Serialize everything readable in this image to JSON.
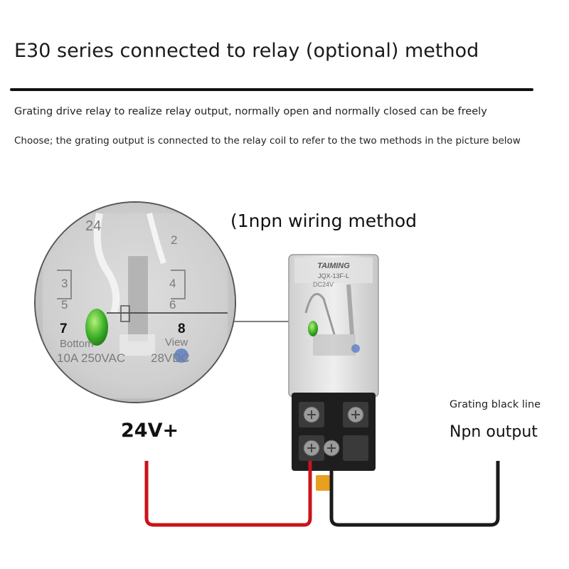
{
  "header": {
    "title": "E30 series connected to relay (optional) method",
    "description_line1": "Grating drive relay to realize relay output, normally open and normally closed can be freely",
    "description_line2": "Choose; the grating output is connected to the relay coil to refer to the two methods in the picture below"
  },
  "diagram": {
    "subtitle": "(1npn wiring method",
    "positive_label": "24V+",
    "black_line_label": "Grating black line",
    "output_label": "Npn output",
    "relay": {
      "brand": "TAIMING",
      "model": "JQX-13F-L",
      "voltage": "DC24V"
    },
    "zoom": {
      "top_left_number": "24",
      "pin_2": "2",
      "pin_3": "3",
      "pin_4": "4",
      "pin_5": "5",
      "pin_6": "6",
      "pin_7": "7",
      "pin_8": "8",
      "bottom_label": "Bottom",
      "view_label": "View",
      "rating_ac": "10A 250VAC",
      "rating_dc": "28VDC"
    },
    "colors": {
      "positive_wire": "#c8141a",
      "negative_wire": "#1a1a1a",
      "led": "#3fb22a"
    }
  }
}
